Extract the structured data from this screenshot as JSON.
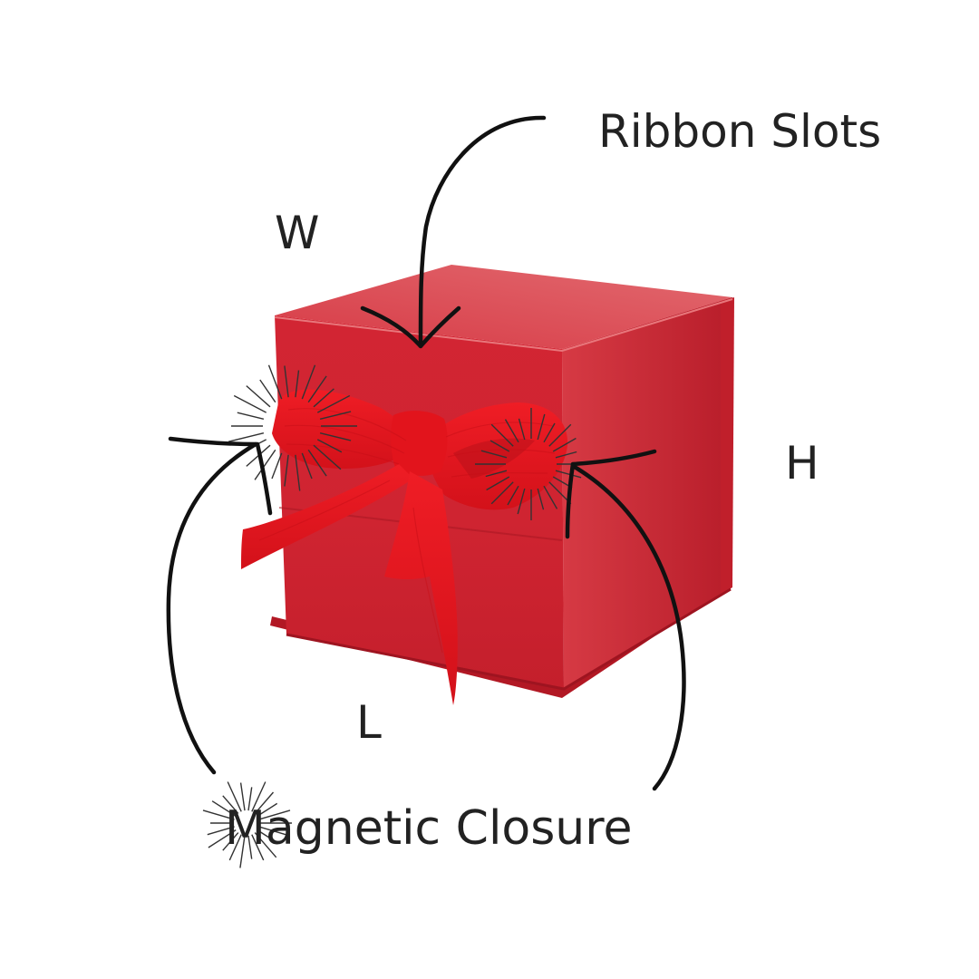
{
  "labels": {
    "ribbon_slots": "Ribbon Slots",
    "width": "W",
    "height": "H",
    "length": "L",
    "magnetic_closure": "Magnetic Closure"
  },
  "colors": {
    "box_front": "#d42a35",
    "box_top": "#dc4a52",
    "box_side": "#b51f2b",
    "ribbon": "#e0141c",
    "ribbon_shadow": "#a90e16",
    "ink": "#111111",
    "text": "#222222",
    "background": "#ffffff"
  }
}
